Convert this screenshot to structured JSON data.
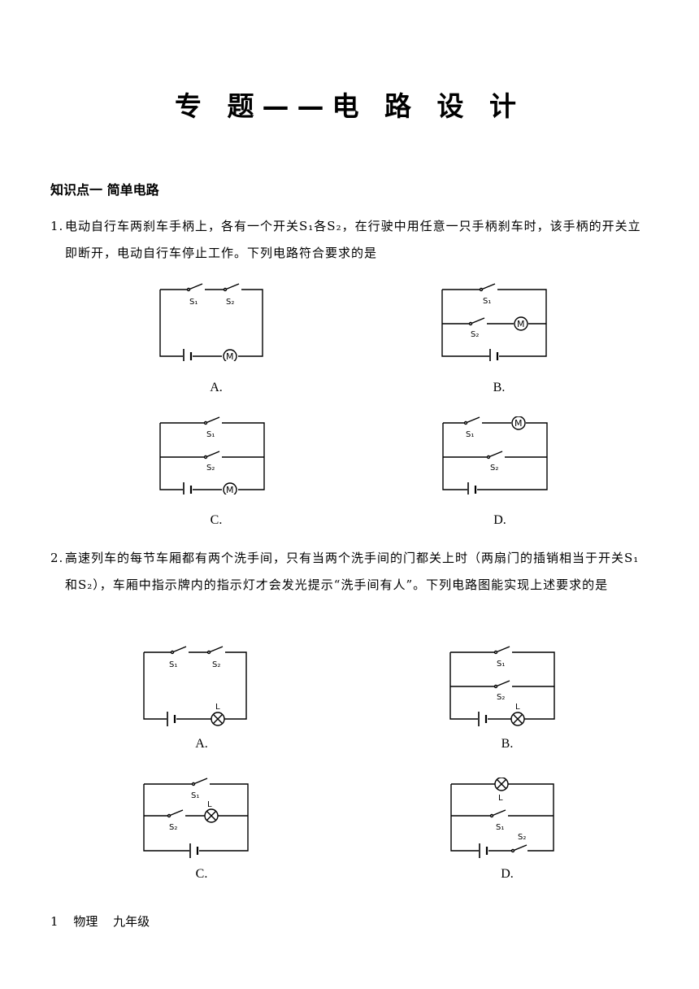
{
  "title": "专 题——电 路 设 计",
  "section": "知识点一    简单电路",
  "q1": {
    "num": "1.",
    "text": "电动自行车两刹车手柄上，各有一个开关S₁各S₂，在行驶中用任意一只手柄刹车时，该手柄的开关立即断开，电动自行车停止工作。下列电路符合要求的是",
    "options": [
      "A.",
      "B.",
      "C.",
      "D."
    ]
  },
  "q2": {
    "num": "2.",
    "text": "高速列车的每节车厢都有两个洗手间，只有当两个洗手间的门都关上时（两扇门的插销相当于开关S₁和S₂），车厢中指示牌内的指示灯才会发光提示“洗手间有人”。下列电路图能实现上述要求的是",
    "options": [
      "A.",
      "B.",
      "C.",
      "D."
    ]
  },
  "symbols": {
    "s1": "S₁",
    "s2": "S₂",
    "motor": "M",
    "lamp": "L"
  },
  "footer": {
    "page": "1",
    "subject": "物理",
    "grade": "九年级"
  }
}
